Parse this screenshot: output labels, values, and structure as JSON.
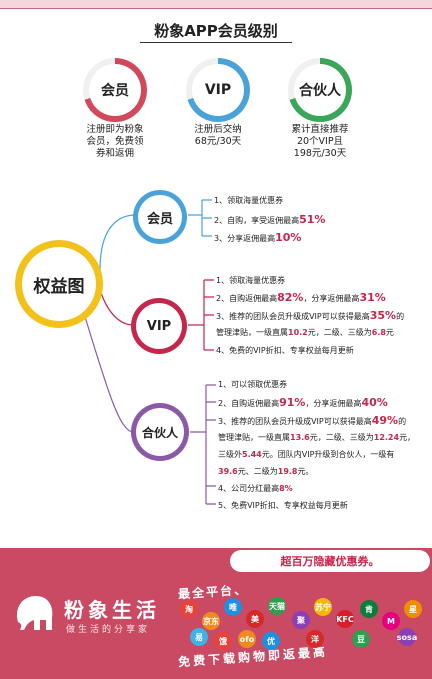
{
  "title": "粉象APP会员级别",
  "tiers": [
    {
      "label": "会员",
      "desc": [
        "注册即为粉象",
        "会员，免费领",
        "券和返佣"
      ]
    },
    {
      "label": "VIP",
      "desc": [
        "注册后交纳",
        "68元/30天"
      ]
    },
    {
      "label": "合伙人",
      "desc": [
        "累计直接推荐",
        "20个VIP且",
        "198元/30天"
      ]
    }
  ],
  "center": {
    "label": "权益图"
  },
  "member": {
    "label": "会员",
    "items": [
      {
        "text": "1、领取海量优惠券"
      },
      {
        "pre": "2、自购，享受返佣最高",
        "hl": "51%"
      },
      {
        "pre": "3、分享返佣最高",
        "hl": "10%"
      }
    ]
  },
  "vip": {
    "label": "VIP",
    "items": {
      "r1": "1、领取海量优惠券",
      "r2a": "2、自购返佣最高",
      "r2b": "82%",
      "r2c": "，分享返佣最高",
      "r2d": "31%",
      "r3a": "3、推荐的团队会员升级成VIP可以获得最高",
      "r3b": "35%",
      "r3c": "的",
      "r4a": "管理津贴，一级直属",
      "r4b": "10.2",
      "r4c": "元，二级、三级为",
      "r4d": "6.8",
      "r4e": "元",
      "r5": "4、免费的VIP折扣、专享权益每月更新"
    }
  },
  "partner": {
    "label": "合伙人",
    "items": {
      "r1": "1、可以领取优惠券",
      "r2a": "2、自购返佣最高",
      "r2b": "91%",
      "r2c": "，分享返佣最高",
      "r2d": "40%",
      "r3a": "3、推荐的团队会员升级成VIP可以获得最高",
      "r3b": "49%",
      "r3c": "的",
      "r4a": "管理津贴，一级直属",
      "r4b": "13.6",
      "r4c": "元，二级、三级为",
      "r4d": "12.24",
      "r4e": "元，",
      "r5a": "三级外",
      "r5b": "5.44",
      "r5c": "元。团队内VIP升级到合伙人，一级有",
      "r6a": "39.6",
      "r6b": "元、二级为",
      "r6c": "19.8",
      "r6d": "元。",
      "r7a": "4、公司分红最高",
      "r7b": "8%",
      "r8": "5、免费VIP折扣、专享权益每月更新"
    }
  },
  "footer": {
    "brand_name": "粉象生活",
    "brand_sub": "做生活的分享家",
    "bubble": "超百万隐藏优惠券。",
    "slogan1": "最全平台、",
    "slogan2": "免费下载购物即返最高",
    "logos": [
      "淘",
      "京东",
      "唯",
      "美",
      "天猫",
      "聚",
      "苏宁",
      "KFC",
      "肯",
      "M",
      "星",
      "易",
      "饿",
      "ofo",
      "优",
      "洋",
      "豆",
      "sosa"
    ]
  },
  "colors": {
    "accent": "#c5264b",
    "footer": "#c94a62",
    "blue": "#4aa3d8",
    "purple": "#8a5aa8",
    "yellow": "#f2c21b",
    "red": "#d04a5b",
    "green": "#3aa65a"
  }
}
